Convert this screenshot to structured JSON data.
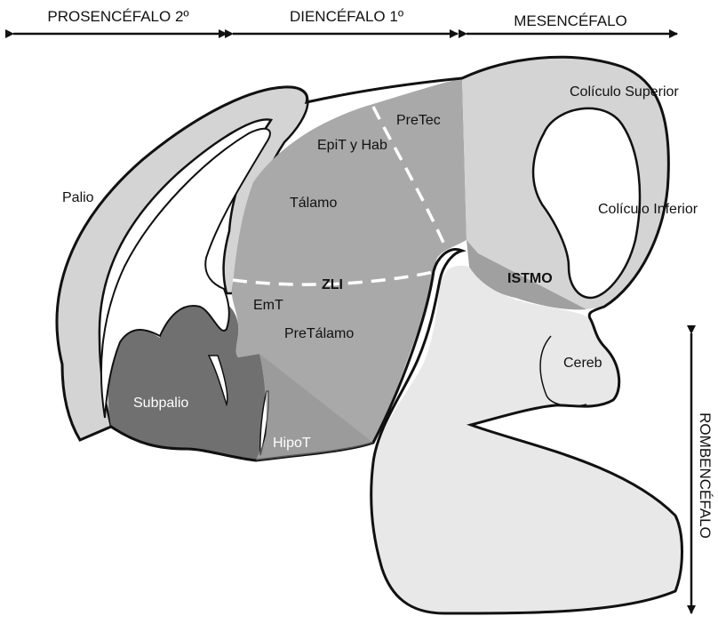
{
  "divisions": {
    "prosencefalo": "PROSENCÉFALO 2º",
    "diencefalo": "DIENCÉFALO 1º",
    "mesencefalo": "MESENCÉFALO",
    "rombencefalo": "ROMBENCÉFALO"
  },
  "regions": {
    "palio": "Palio",
    "subpalio": "Subpalio",
    "hipot": "HipoT",
    "emt": "EmT",
    "pretalamo": "PreTálamo",
    "zli": "ZLI",
    "talamo": "Tálamo",
    "epit": "EpiT y Hab",
    "pretec": "PreTec",
    "coliculo_superior": "Colículo Superior",
    "coliculo_inferior": "Colículo Inferior",
    "istmo": "ISTMO",
    "cereb": "Cereb"
  },
  "colors": {
    "light_fill": "#e8e8e8",
    "mid_fill": "#d4d4d4",
    "diencephalon_fill": "#a9a9a9",
    "isthmus_fill": "#a0a0a0",
    "subpallium_fill": "#707070",
    "outline": "#111111",
    "boundary_dash": "#ffffff"
  }
}
